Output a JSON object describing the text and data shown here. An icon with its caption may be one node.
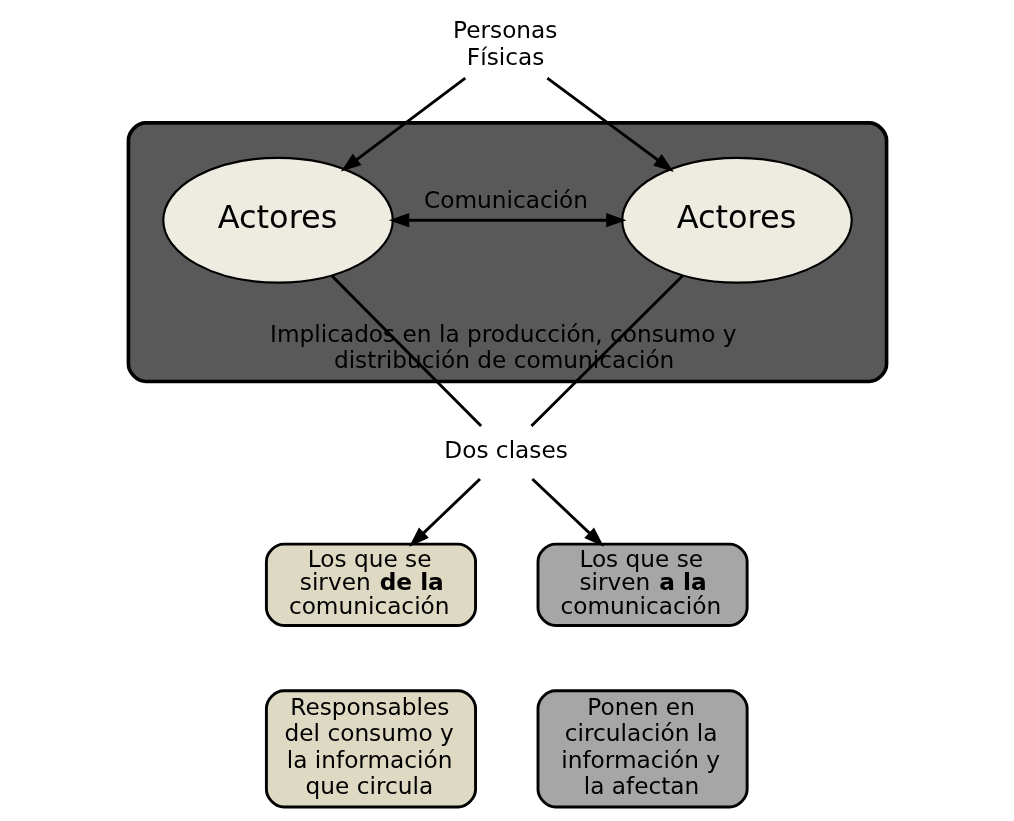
{
  "diagram": {
    "nodes": [
      {
        "text": [
          "Personas Físicas"
        ]
      },
      {
        "text": [
          "Implicados en la producción, consumo y distribución de comunicación"
        ]
      },
      {
        "text": [
          "Actores"
        ],
        "in": 1
      },
      {
        "text": [
          "Actores"
        ],
        "in": 1
      },
      {
        "text": [
          "Dos clases"
        ]
      },
      {
        "text": [
          "Los que se sirven **de la** comunicación"
        ]
      },
      {
        "text": [
          "Los que se sirven **a la** comunicación"
        ]
      },
      {
        "text": [
          "Responsables del consumo y la información que circula"
        ]
      },
      {
        "text": [
          "Ponen en circulación la información y la afectan"
        ]
      }
    ],
    "edges": [
      {
        "from": 0,
        "to": 2,
        "arrow": "to"
      },
      {
        "from": 0,
        "to": 3,
        "arrow": "to"
      },
      {
        "from": 2,
        "to": 3,
        "arrow": "both",
        "label": "Comunicación"
      },
      {
        "from": 2,
        "to": 4,
        "arrow": "none"
      },
      {
        "from": 3,
        "to": 4,
        "arrow": "none"
      },
      {
        "from": 4,
        "to": 5,
        "arrow": "to"
      },
      {
        "from": 4,
        "to": 6,
        "arrow": "to"
      }
    ]
  }
}
